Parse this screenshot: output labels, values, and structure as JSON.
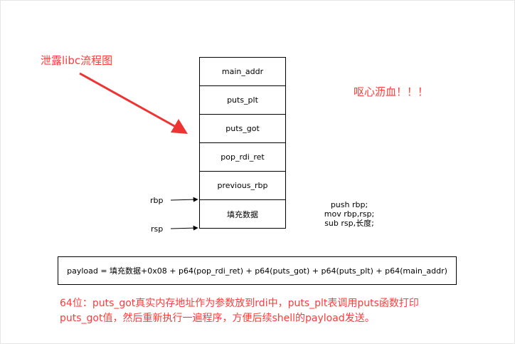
{
  "notes": {
    "title": "泄露libc流程图",
    "side": "呕心沥血！！！",
    "bottom_line1": "64位：puts_got真实内存地址作为参数放到rdi中，puts_plt表调用puts函数打印",
    "bottom_line2": "puts_got值，然后重新执行一遍程序，方便后续shell的payload发送。"
  },
  "stack": {
    "cells": [
      "main_addr",
      "puts_plt",
      "puts_got",
      "pop_rdi_ret",
      "previous_rbp",
      "填充数据"
    ]
  },
  "registers": {
    "rbp": "rbp",
    "rsp": "rsp"
  },
  "asm": {
    "lines": [
      "push rbp;",
      "mov rbp,rsp;",
      "sub rsp,长度;"
    ]
  },
  "payload": "payload =  填充数据+0x08 + p64(pop_rdi_ret) + p64(puts_got) + p64(puts_plt) + p64(main_addr)",
  "colors": {
    "annotation": "#ff3b3b",
    "arrow": "#ee3333",
    "line": "#000000"
  }
}
